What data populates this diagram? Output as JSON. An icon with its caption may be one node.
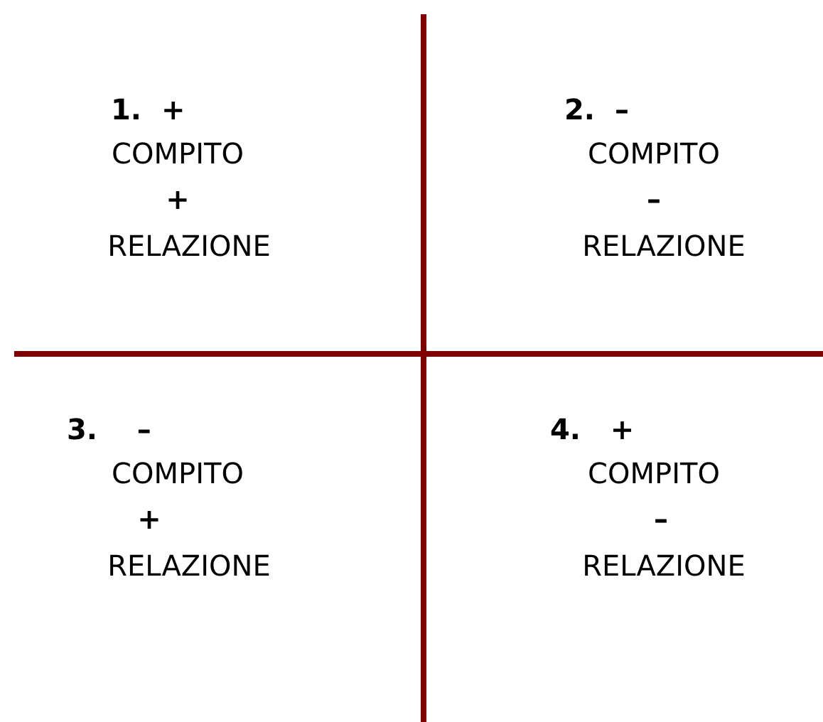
{
  "diagram": {
    "labels": [
      "1.  +",
      "COMPITO",
      "+",
      "RELAZIONE",
      "2.  –",
      "COMPITO",
      "–",
      "RELAZIONE",
      "3.    –",
      "COMPITO",
      "+",
      "RELAZIONE",
      "4.   +",
      "COMPITO",
      "–",
      "RELAZIONE"
    ]
  }
}
